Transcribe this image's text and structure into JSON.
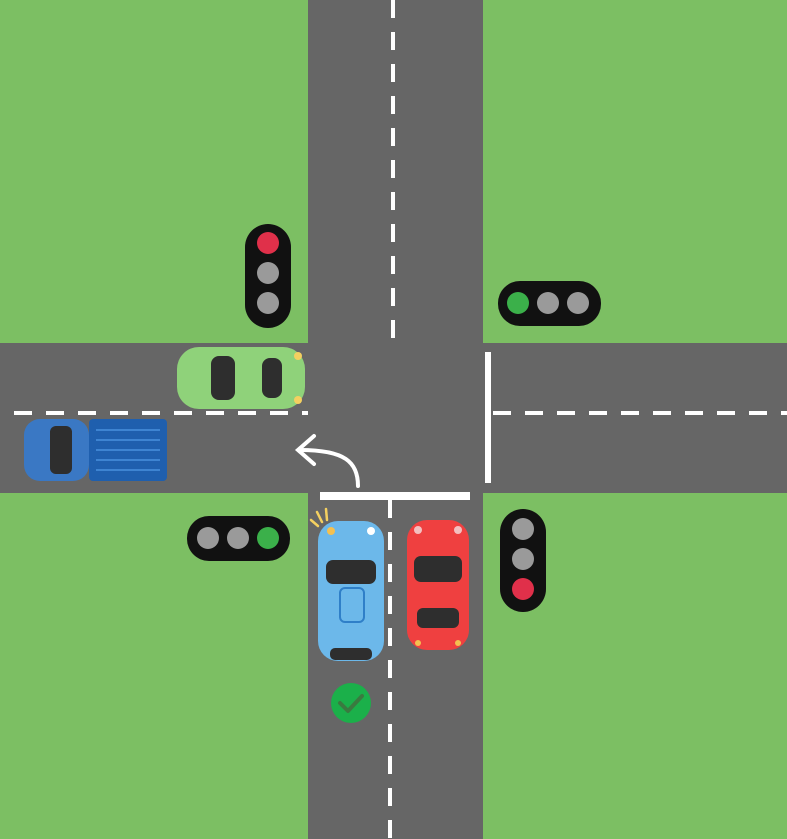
{
  "colors": {
    "grass": "#7cbf63",
    "road": "#666666",
    "marking": "#ffffff",
    "light_red": "#e0304a",
    "light_green": "#3bb04a",
    "light_off": "#9a9a9a",
    "light_housing": "#111111",
    "car_green": "#8fd27a",
    "truck_blue": "#2d6fbf",
    "car_blue": "#6cb8ea",
    "car_red": "#ef4040",
    "check": "#1bb04a"
  },
  "icons": [
    "traffic-light-icon",
    "left-turn-arrow-icon",
    "check-circle-icon",
    "car-icon",
    "truck-icon"
  ],
  "signals": {
    "north_west": "red",
    "north_east": "green",
    "south_west": "green",
    "south_east": "red"
  }
}
